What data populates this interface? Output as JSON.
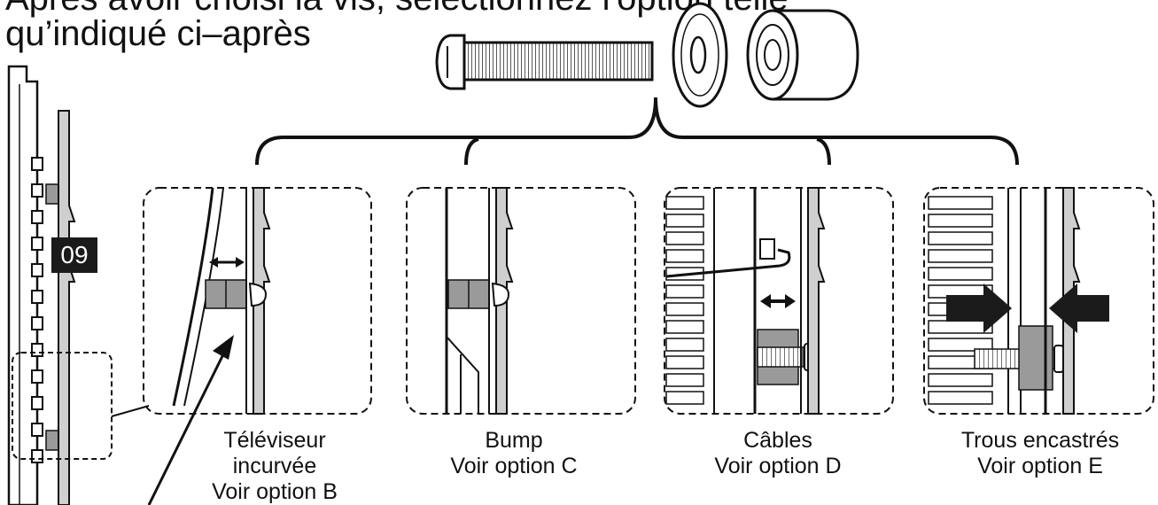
{
  "title": {
    "line1": "Après avoir choisi la vis, sélectionnez l'option telle",
    "line2": "qu’indiqué ci–après"
  },
  "step_badge": "09",
  "options": [
    {
      "line1": "Téléviseur",
      "line2": "incurvée",
      "line3": "Voir option B"
    },
    {
      "line1": "Bump",
      "line2": "Voir option C"
    },
    {
      "line1": "Câbles",
      "line2": "Voir option D"
    },
    {
      "line1": "Trous encastrés",
      "line2": "Voir option E"
    }
  ],
  "colors": {
    "ink": "#111111",
    "plate": "#cfcfcf",
    "spacer": "#9a9a9a",
    "badge": "#1b1b1b"
  }
}
